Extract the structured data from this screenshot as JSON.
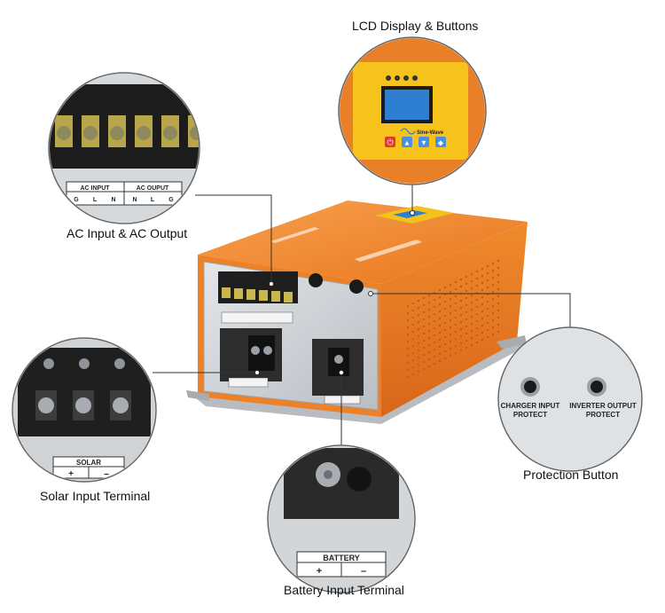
{
  "labels": {
    "lcd": "LCD Display & Buttons",
    "ac": "AC Input & AC Output",
    "solar": "Solar Input Terminal",
    "battery": "Battery Input Terminal",
    "protection": "Protection Button"
  },
  "panel_text": {
    "ac_input": "AC INPUT",
    "ac_output": "AC OUPUT",
    "ac_g1": "G",
    "ac_l1": "L",
    "ac_n1": "N",
    "ac_n2": "N",
    "ac_l2": "L",
    "ac_g2": "G",
    "solar": "SOLAR",
    "solar_plus": "+",
    "solar_minus": "–",
    "battery": "BATTERY",
    "battery_plus": "+",
    "battery_minus": "–",
    "charger_protect_1": "CHARGER INPUT",
    "charger_protect_2": "PROTECT",
    "inverter_protect_1": "INVERTER OUTPUT",
    "inverter_protect_2": "PROTECT",
    "sine_wave": "Sine-Wave"
  },
  "colors": {
    "orange": "#f0872a",
    "lcd_yellow": "#f6c21c",
    "lcd_screen": "#2e7fd1",
    "panel_gray": "#c9cdd1"
  }
}
